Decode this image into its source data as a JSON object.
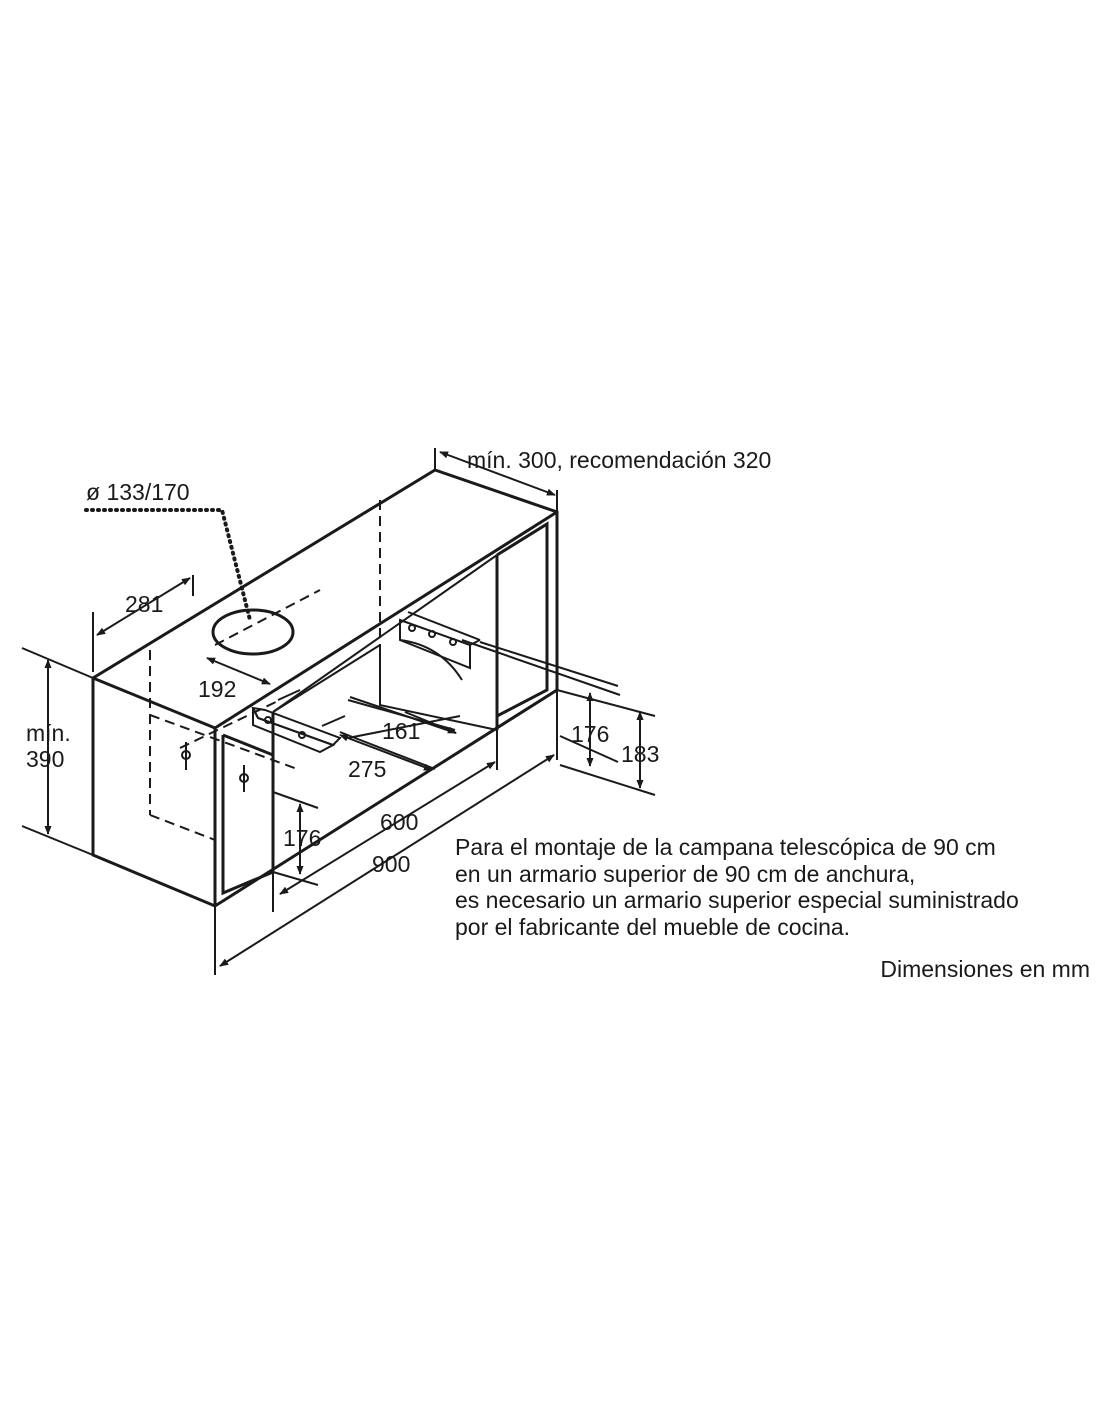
{
  "dimensions": {
    "depth_min": "mín. 300, recomendación 320",
    "duct_diameter": "ø 133/170",
    "duct_offset_side": "281",
    "duct_offset_front": "192",
    "height_min_line1": "mín.",
    "height_min_line2": "390",
    "bracket_spacing_inner": "161",
    "bracket_spacing_outer": "275",
    "bracket_height_right": "176",
    "bracket_height_total": "183",
    "bracket_height_left": "176",
    "inner_width": "600",
    "outer_width": "900"
  },
  "note": {
    "lines": [
      "Para el montaje de la campana telescópica de 90 cm",
      "en un armario superior de 90 cm de anchura,",
      "es necesario un armario superior especial suministrado",
      "por el fabricante del mueble de cocina."
    ],
    "units": "Dimensiones en mm"
  }
}
